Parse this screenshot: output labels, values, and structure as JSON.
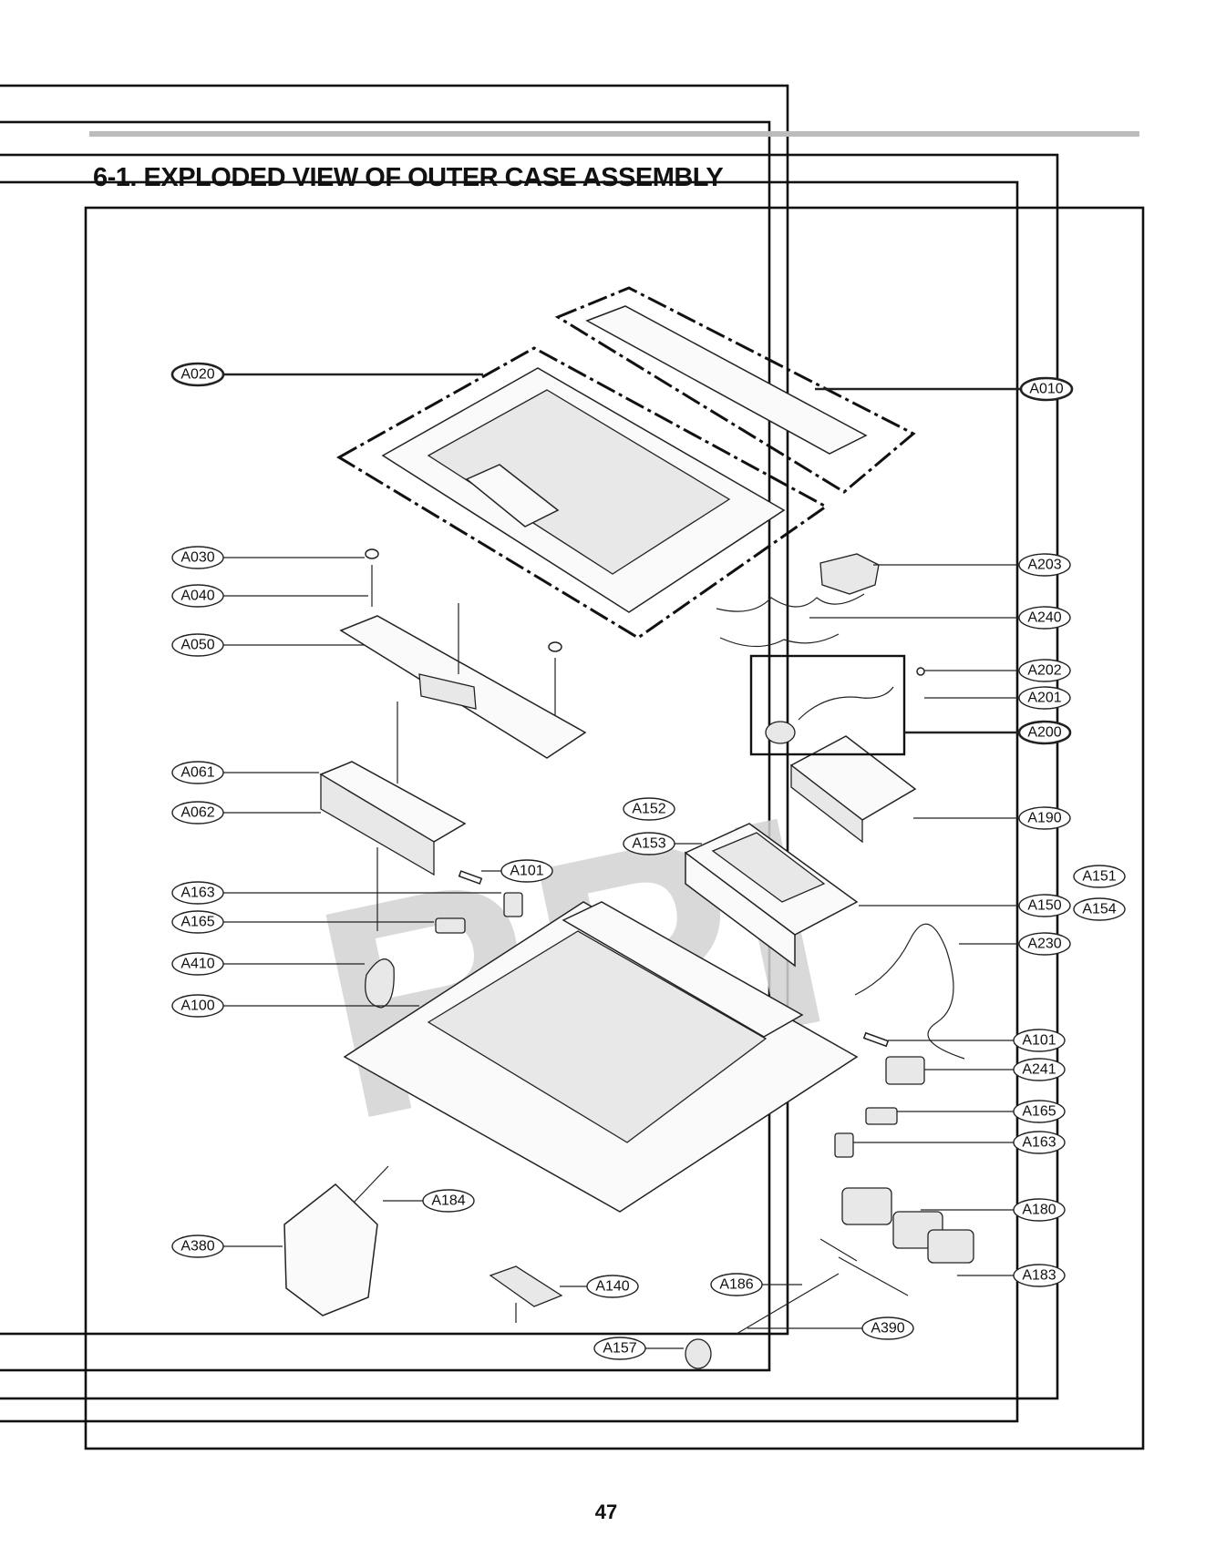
{
  "title": "6-1. EXPLODED VIEW OF OUTER CASE ASSEMBLY",
  "page_number": "47",
  "watermark": "RPI",
  "callouts": [
    {
      "id": "A020",
      "text": "A020",
      "emphasis": true
    },
    {
      "id": "A010",
      "text": "A010",
      "emphasis": true
    },
    {
      "id": "A030",
      "text": "A030",
      "emphasis": false
    },
    {
      "id": "A040",
      "text": "A040",
      "emphasis": false
    },
    {
      "id": "A050",
      "text": "A050",
      "emphasis": false
    },
    {
      "id": "A203",
      "text": "A203",
      "emphasis": false
    },
    {
      "id": "A240",
      "text": "A240",
      "emphasis": false
    },
    {
      "id": "A202",
      "text": "A202",
      "emphasis": false
    },
    {
      "id": "A201",
      "text": "A201",
      "emphasis": false
    },
    {
      "id": "A200",
      "text": "A200",
      "emphasis": true
    },
    {
      "id": "A061",
      "text": "A061",
      "emphasis": false
    },
    {
      "id": "A062",
      "text": "A062",
      "emphasis": false
    },
    {
      "id": "A152",
      "text": "A152",
      "emphasis": false
    },
    {
      "id": "A153",
      "text": "A153",
      "emphasis": false
    },
    {
      "id": "A190",
      "text": "A190",
      "emphasis": false
    },
    {
      "id": "A101a",
      "text": "A101",
      "emphasis": false
    },
    {
      "id": "A151",
      "text": "A151",
      "emphasis": false
    },
    {
      "id": "A163a",
      "text": "A163",
      "emphasis": false
    },
    {
      "id": "A150",
      "text": "A150",
      "emphasis": false
    },
    {
      "id": "A154",
      "text": "A154",
      "emphasis": false
    },
    {
      "id": "A165a",
      "text": "A165",
      "emphasis": false
    },
    {
      "id": "A230",
      "text": "A230",
      "emphasis": false
    },
    {
      "id": "A410",
      "text": "A410",
      "emphasis": false
    },
    {
      "id": "A100",
      "text": "A100",
      "emphasis": false
    },
    {
      "id": "A101b",
      "text": "A101",
      "emphasis": false
    },
    {
      "id": "A241",
      "text": "A241",
      "emphasis": false
    },
    {
      "id": "A165b",
      "text": "A165",
      "emphasis": false
    },
    {
      "id": "A163b",
      "text": "A163",
      "emphasis": false
    },
    {
      "id": "A184",
      "text": "A184",
      "emphasis": false
    },
    {
      "id": "A180",
      "text": "A180",
      "emphasis": false
    },
    {
      "id": "A380",
      "text": "A380",
      "emphasis": false
    },
    {
      "id": "A183",
      "text": "A183",
      "emphasis": false
    },
    {
      "id": "A140",
      "text": "A140",
      "emphasis": false
    },
    {
      "id": "A186",
      "text": "A186",
      "emphasis": false
    },
    {
      "id": "A390",
      "text": "A390",
      "emphasis": false
    },
    {
      "id": "A157",
      "text": "A157",
      "emphasis": false
    }
  ]
}
